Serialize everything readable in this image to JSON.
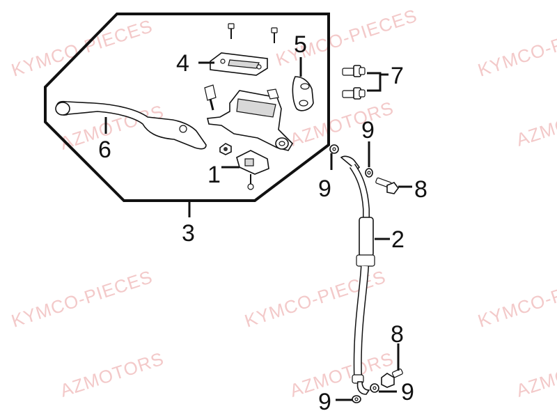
{
  "watermarks": [
    "KYMCO-PIECES",
    "AZMOTORS"
  ],
  "callouts": {
    "c1": "1",
    "c2": "2",
    "c3": "3",
    "c4": "4",
    "c5": "5",
    "c6": "6",
    "c7": "7",
    "c8a": "8",
    "c8b": "8",
    "c9a": "9",
    "c9b": "9",
    "c9c": "9",
    "c9d": "9"
  }
}
